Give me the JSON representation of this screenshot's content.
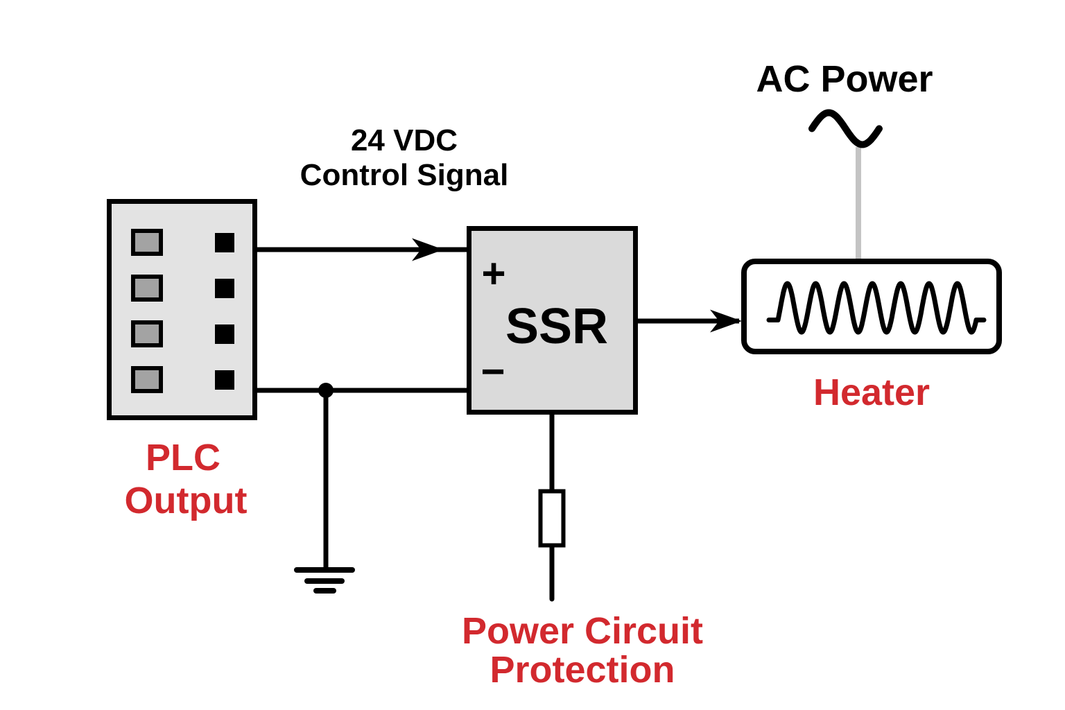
{
  "diagram": {
    "signal_label": {
      "line1": "24 VDC",
      "line2": "Control Signal"
    },
    "plc": {
      "label_line1": "PLC",
      "label_line2": "Output"
    },
    "ssr": {
      "label": "SSR",
      "plus": "+",
      "minus": "−"
    },
    "protection": {
      "label_line1": "Power Circuit",
      "label_line2": "Protection"
    },
    "heater": {
      "label": "Heater"
    },
    "ac_power": {
      "label": "AC Power"
    }
  },
  "icons": {
    "ac_sine": "one-period sine wave symbol",
    "heater_coil": "seven-peak resistive coil wave",
    "ground": "three-bar earth ground symbol",
    "fuse": "rectangular fuse body",
    "arrow": "solid barbed arrowhead"
  },
  "colors": {
    "label-red": "#d2292e",
    "wire-black": "#000000",
    "box-fill": "#e3e3e3",
    "ssr-fill": "#dadada",
    "terminal-gray": "#a3a3a3",
    "ac-line-gray": "#c4c4c4"
  }
}
